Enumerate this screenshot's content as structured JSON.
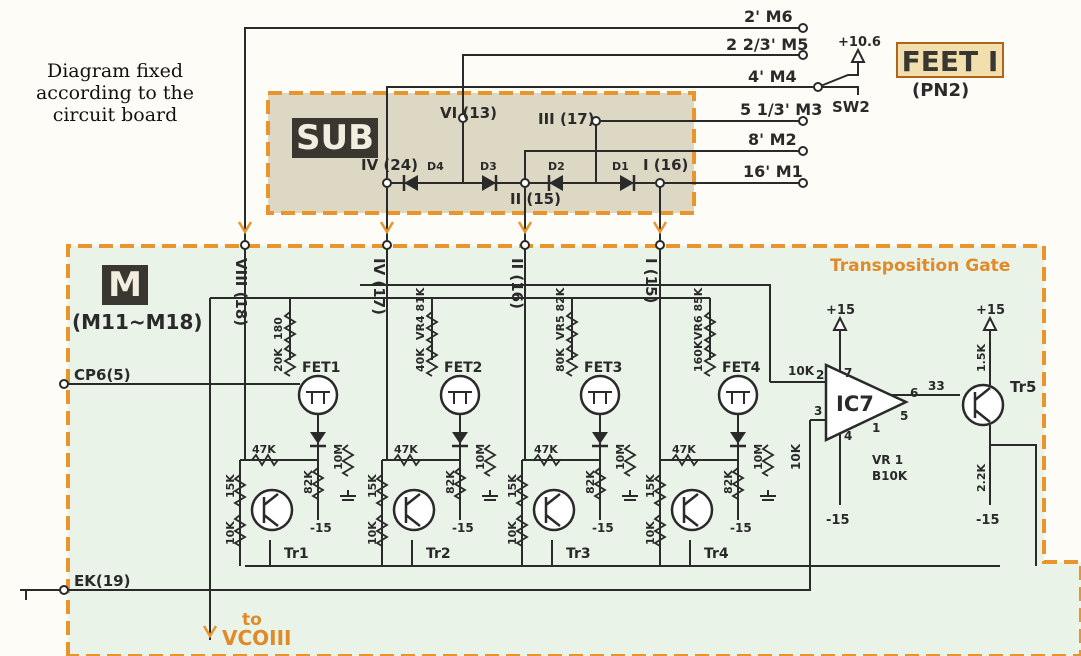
{
  "note": "Diagram fixed according to the circuit board",
  "feet": {
    "label": "FEET I",
    "sub": "(PN2)"
  },
  "sub_box": {
    "label": "SUB"
  },
  "m_box": {
    "label": "M",
    "range": "(M11~M18)",
    "title": "Transposition Gate"
  },
  "to_vco": {
    "line1": "to",
    "line2": "VCOIII"
  },
  "supply": {
    "v106": "+10.6",
    "switch": "SW2",
    "pos15": "+15",
    "neg15": "-15"
  },
  "outputs": [
    {
      "label": "2' M6"
    },
    {
      "label": "2 2/3' M5"
    },
    {
      "label": "4' M4"
    },
    {
      "label": "5 1/3' M3"
    },
    {
      "label": "8' M2"
    },
    {
      "label": "16' M1"
    }
  ],
  "sub_nodes": [
    "VI (13)",
    "III (17)",
    "IV (24)",
    "II (15)",
    "I (16)"
  ],
  "diodes": [
    "D4",
    "D3",
    "D2",
    "D1"
  ],
  "m_inputs": [
    "VIII (18)",
    "IV (17)",
    "II (16)",
    "I (15)"
  ],
  "signals": {
    "cp6": "CP6(5)",
    "ek": "EK(19)"
  },
  "stages": [
    {
      "fet": "FET1",
      "tr": "Tr1",
      "top_r": "180",
      "mid_r": "20K",
      "b": "47K",
      "e": "15K",
      "g": "10K",
      "d1": "82K",
      "d2": "10M"
    },
    {
      "fet": "FET2",
      "tr": "Tr2",
      "top_r": "VR4 81K",
      "mid_r": "40K",
      "b": "47K",
      "e": "15K",
      "g": "10K",
      "d1": "82K",
      "d2": "10M"
    },
    {
      "fet": "FET3",
      "tr": "Tr3",
      "top_r": "VR5 82K",
      "mid_r": "80K",
      "b": "47K",
      "e": "15K",
      "g": "10K",
      "d1": "82K",
      "d2": "10M"
    },
    {
      "fet": "FET4",
      "tr": "Tr4",
      "top_r": "VR6 85K",
      "mid_r": "160K",
      "b": "47K",
      "e": "15K",
      "g": "10K",
      "d1": "82K",
      "d2": "10M"
    }
  ],
  "opamp": {
    "label": "IC7",
    "rin": "10K",
    "rfb": "10K",
    "rout": "33",
    "vr": "VR 1",
    "vrval": "B10K",
    "pins": [
      "2",
      "3",
      "7",
      "4",
      "6",
      "1",
      "5"
    ]
  },
  "tr5": {
    "label": "Tr5",
    "rc": "1.5K",
    "re": "2.2K"
  },
  "colors": {
    "orange": "#e8952e",
    "sub_fill": "#ddd8c4",
    "m_fill": "#e9f3e8",
    "ink": "#2a2a2a"
  }
}
